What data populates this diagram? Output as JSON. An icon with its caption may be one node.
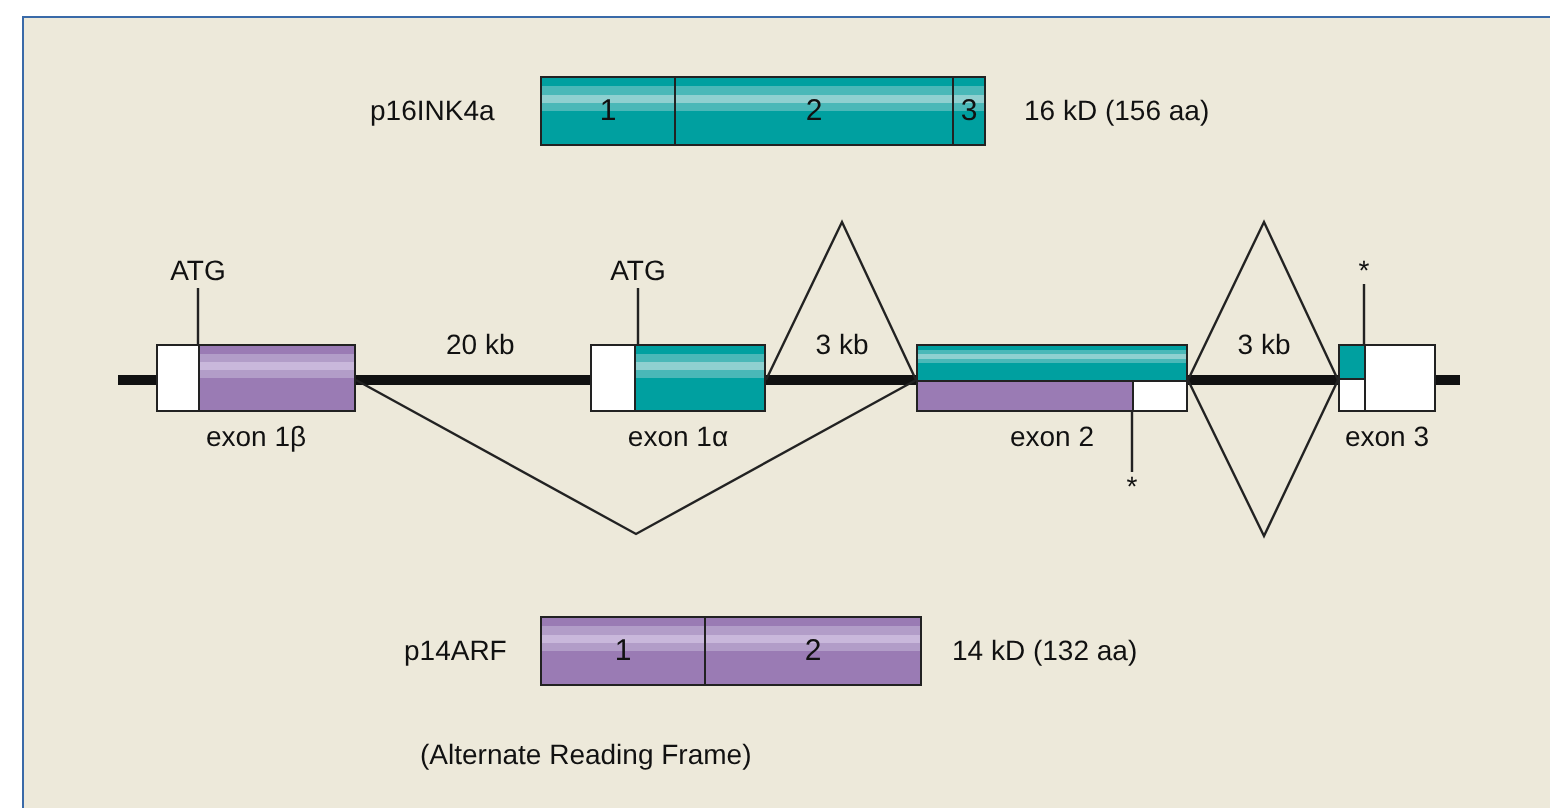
{
  "diagram": {
    "nodes": [
      {
        "text": [
          "1"
        ]
      },
      {
        "text": [
          "2"
        ]
      },
      {
        "text": [
          "3"
        ]
      },
      {
        "text": [
          "ATG"
        ]
      },
      {
        "text": [
          "ATG"
        ]
      },
      {
        "text": [
          "*"
        ]
      },
      {
        "text": [],
        "shape": "box",
        "beside": [
          "exon 1β"
        ]
      },
      {
        "text": [],
        "shape": "box",
        "beside": [
          "exon 1α"
        ]
      },
      {
        "text": [],
        "shape": "box",
        "beside": [
          "exon 2"
        ]
      },
      {
        "text": [],
        "shape": "box",
        "beside": [
          "exon 3"
        ]
      },
      {
        "text": [
          "*"
        ]
      },
      {
        "text": [
          "1"
        ]
      },
      {
        "text": [
          "2"
        ]
      }
    ],
    "edges": [
      {
        "from": 3,
        "to": 6,
        "arrow": "none"
      },
      {
        "from": 4,
        "to": 7,
        "arrow": "none"
      },
      {
        "from": 5,
        "to": 9,
        "arrow": "none"
      },
      {
        "from": 10,
        "to": 8,
        "arrow": "none"
      },
      {
        "from": 6,
        "to": 8,
        "arrow": "none"
      },
      {
        "from": 7,
        "to": 8,
        "arrow": "none",
        "label": "3 kb"
      },
      {
        "from": 8,
        "to": 9,
        "arrow": "none",
        "label": "3 kb"
      },
      {
        "from": 8,
        "to": 9,
        "arrow": "none"
      }
    ],
    "labels": [
      "p16INK4a",
      "16 kD (156 aa)",
      "20 kb",
      "p14ARF",
      "14 kD (132 aa)",
      "(Alternate Reading Frame)"
    ]
  }
}
